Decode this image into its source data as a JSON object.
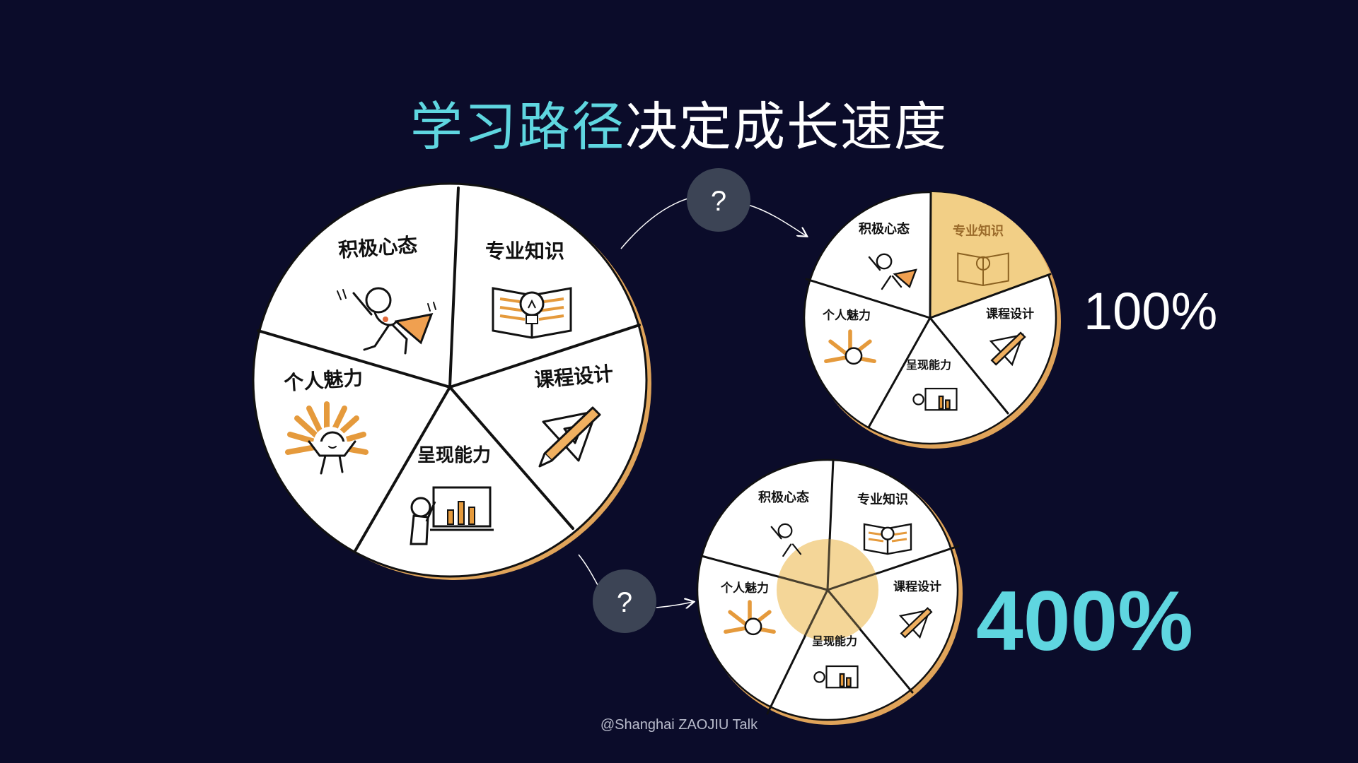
{
  "title": {
    "highlight": "学习路径",
    "rest": "决定成长速度"
  },
  "segments": [
    "积极心态",
    "专业知识",
    "课程设计",
    "呈现能力",
    "个人魅力"
  ],
  "question_mark": "?",
  "outcomes": {
    "sequential": {
      "percent": "100%"
    },
    "integrated": {
      "percent": "400%"
    }
  },
  "credit": "@Shanghai ZAOJIU Talk",
  "colors": {
    "background": "#0b0c2a",
    "accent": "#5fd6e0",
    "highlight_fill": "#f2cf86",
    "pie_fill": "#ffffff",
    "pie_outline": "#111111",
    "rim_shadow": "#e0a45a",
    "question_circle": "#3c4455"
  },
  "icons": [
    "superhero-icon",
    "book-lightbulb-icon",
    "ruler-pencil-icon",
    "presentation-chart-icon",
    "sunburst-person-icon"
  ]
}
